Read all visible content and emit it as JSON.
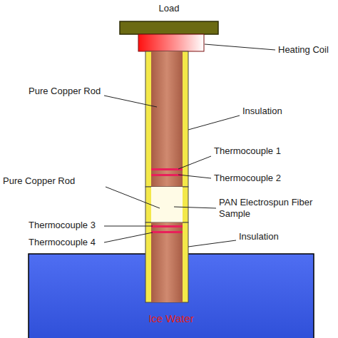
{
  "diagram": {
    "nodes": [
      {
        "text": [
          "Ice Water"
        ]
      }
    ],
    "labels": [
      "Load",
      "Heating Coil",
      "Pure Copper Rod",
      "Insulation",
      "Thermocouple 1",
      "Thermocouple 2",
      "Pure Copper Rod",
      "PAN Electrospun Fiber Sample",
      "Thermocouple 3",
      "Thermocouple 4",
      "Insulation"
    ]
  }
}
